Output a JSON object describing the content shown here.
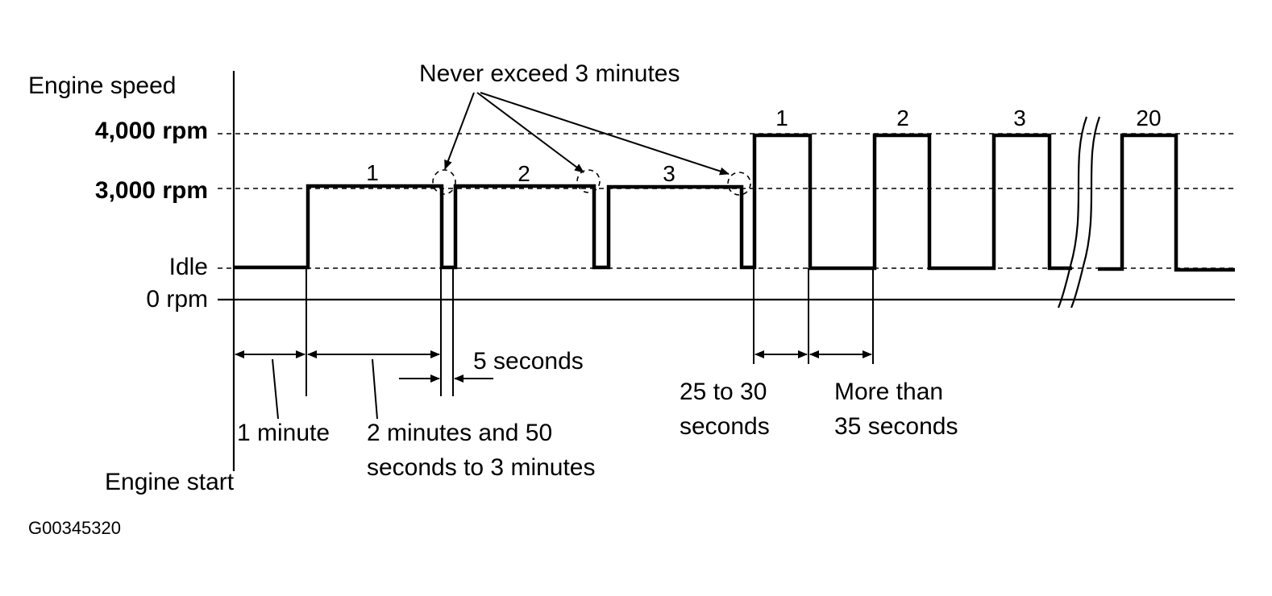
{
  "y_axis": {
    "title": "Engine speed",
    "levels": [
      "4,000 rpm",
      "3,000 rpm",
      "Idle",
      "0 rpm"
    ]
  },
  "phase1": {
    "cycle_numbers": [
      "1",
      "2",
      "3"
    ],
    "note": "Never exceed 3 minutes"
  },
  "phase2": {
    "cycle_numbers": [
      "1",
      "2",
      "3",
      "20"
    ]
  },
  "durations": {
    "warmup": "1 minute",
    "hold_line1": "2 minutes and 50",
    "hold_line2": "seconds to 3 minutes",
    "drop": "5 seconds",
    "high_line1": "25 to 30",
    "high_line2": "seconds",
    "idle_line1": "More than",
    "idle_line2": "35 seconds"
  },
  "x_axis": {
    "start": "Engine start"
  },
  "figure_id": "G00345320"
}
